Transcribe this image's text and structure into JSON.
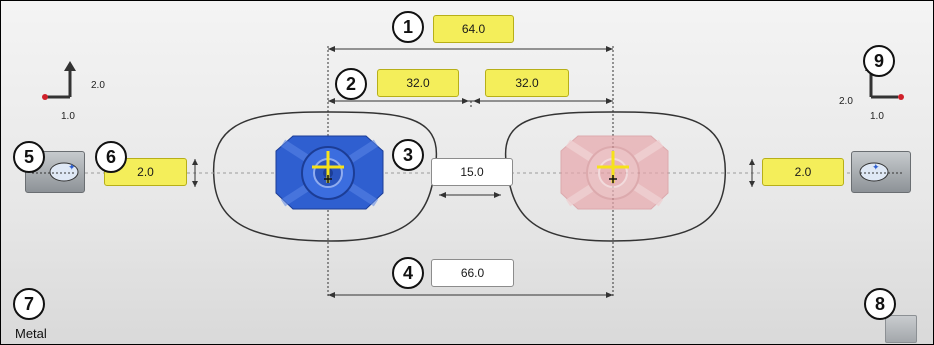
{
  "measurements": {
    "total_pd": "64.0",
    "right_pd": "32.0",
    "left_pd": "32.0",
    "bridge": "15.0",
    "frame_width": "66.0",
    "right_height": "2.0",
    "left_height": "2.0"
  },
  "offset_indicators": {
    "right": {
      "vertical": "2.0",
      "horizontal": "1.0"
    },
    "left": {
      "vertical": "2.0",
      "horizontal": "1.0"
    }
  },
  "material": "Metal",
  "callouts": [
    "1",
    "2",
    "3",
    "4",
    "5",
    "6",
    "7",
    "8",
    "9"
  ],
  "colors": {
    "field_yellow": "#f4ee5a",
    "block_blue": "#2f5fd0",
    "block_pink": "#e8a7ac",
    "crosshair": "#f6e21a",
    "offset_dot": "#d0202a"
  },
  "icons": {
    "right_height_button": "lens-height-icon",
    "left_height_button": "lens-height-icon",
    "blocking_pad": "blocking-pad-icon"
  }
}
